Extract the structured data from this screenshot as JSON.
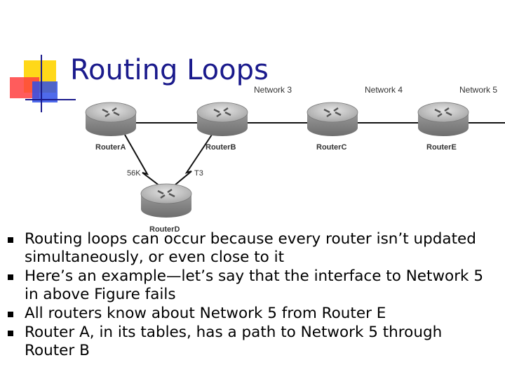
{
  "slide": {
    "title": "Routing Loops"
  },
  "diagram": {
    "networks": [
      "Network 3",
      "Network 4",
      "Network 5"
    ],
    "routers": [
      "RouterA",
      "RouterB",
      "RouterC",
      "RouterE",
      "RouterD"
    ],
    "links": [
      "56K",
      "T3"
    ]
  },
  "bullets": [
    "Routing loops can occur because every router isn’t updated simultaneously, or even close to it",
    "Here’s an example—let’s say that the interface to Network 5 in above Figure fails",
    "All routers know about Network 5 from Router E",
    "Router A, in its tables, has a path to Network 5 through Router B"
  ],
  "colors": {
    "title": "#1a1a8c",
    "deco_yellow": "#ffd400",
    "deco_red": "#ff3030",
    "deco_blue": "#2848e0",
    "router_fill": "#b8b8b8"
  }
}
